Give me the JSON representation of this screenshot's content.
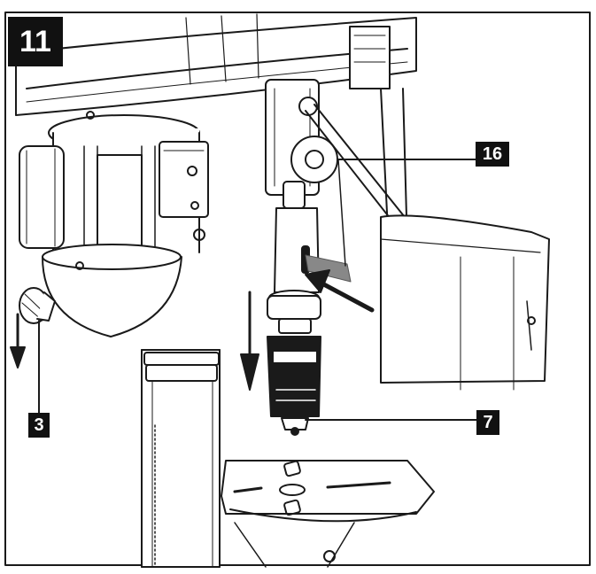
{
  "step_number": "11",
  "callouts": {
    "tape": "16",
    "lever": "3",
    "chuck": "7"
  },
  "colors": {
    "line": "#1a1a1a",
    "callout_fill": "#111111",
    "callout_text": "#ffffff",
    "tape_fill": "#888888"
  }
}
